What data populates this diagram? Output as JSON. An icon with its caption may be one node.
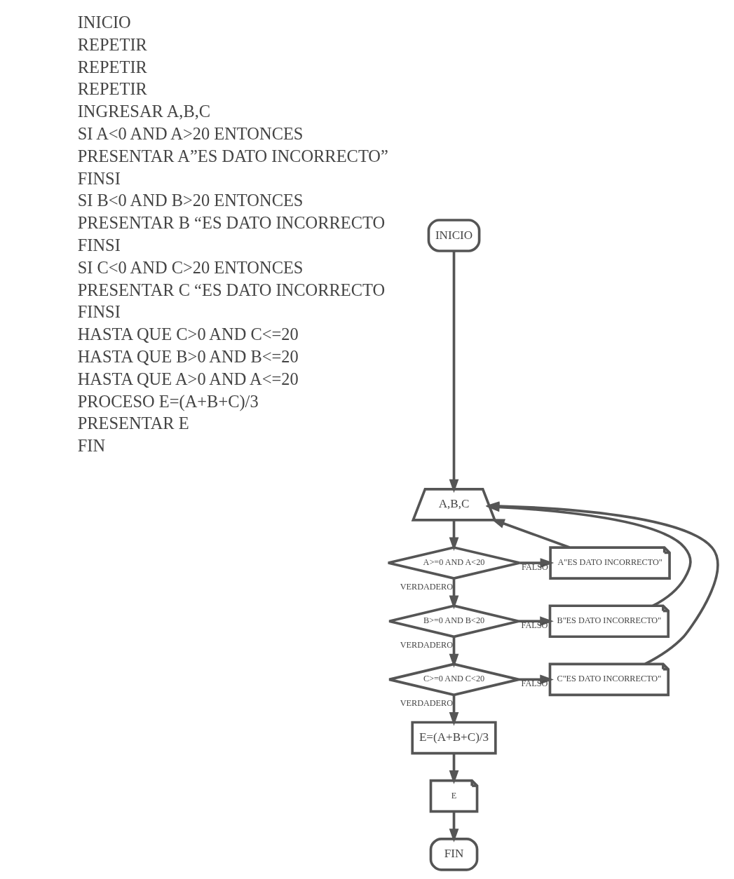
{
  "diagram": {
    "nodes": [
      {
        "text": [
          "INICIO"
        ]
      },
      {
        "text": [
          "A,B,C"
        ]
      },
      {
        "text": [
          "A>=0 AND A<20"
        ]
      },
      {
        "text": [
          "A\"ES DATO INCORRECTO\""
        ]
      },
      {
        "text": [
          "B>=0 AND B<20"
        ]
      },
      {
        "text": [
          "B\"ES DATO INCORRECTO\""
        ]
      },
      {
        "text": [
          "C>=0 AND C<20"
        ]
      },
      {
        "text": [
          "C\"ES DATO INCORRECTO\""
        ]
      },
      {
        "text": [
          "E=(A+B+C)/3"
        ]
      },
      {
        "text": [
          "E"
        ]
      },
      {
        "text": [
          "FIN"
        ]
      }
    ],
    "edges": [
      {
        "from": 0,
        "to": 1,
        "arrow": "to"
      },
      {
        "from": 1,
        "to": 2,
        "arrow": "to"
      },
      {
        "from": 2,
        "to": 3,
        "arrow": "to",
        "label": "FALSO"
      },
      {
        "from": 2,
        "to": 4,
        "arrow": "to",
        "label": "VERDADERO"
      },
      {
        "from": 4,
        "to": 5,
        "arrow": "to",
        "label": "FALSO"
      },
      {
        "from": 4,
        "to": 6,
        "arrow": "to",
        "label": "VERDADERO"
      },
      {
        "from": 6,
        "to": 7,
        "arrow": "to",
        "label": "FALSO"
      },
      {
        "from": 6,
        "to": 8,
        "arrow": "to",
        "label": "VERDADERO"
      },
      {
        "from": 8,
        "to": 9,
        "arrow": "to"
      },
      {
        "from": 9,
        "to": 10,
        "arrow": "to"
      },
      {
        "from": 3,
        "to": 1,
        "arrow": "to"
      },
      {
        "from": 5,
        "to": 1,
        "arrow": "to"
      },
      {
        "from": 7,
        "to": 1,
        "arrow": "to"
      }
    ],
    "labels": [
      "INICIO",
      "REPETIR",
      "REPETIR",
      "REPETIR",
      "INGRESAR A,B,C",
      "SI A<0 AND A>20 ENTONCES",
      "PRESENTAR A”ES DATO INCORRECTO”",
      "FINSI",
      "SI B<0 AND B>20 ENTONCES",
      "PRESENTAR B “ES DATO INCORRECTO",
      "FINSI",
      "SI C<0 AND C>20 ENTONCES",
      "PRESENTAR C “ES DATO INCORRECTO",
      "FINSI",
      "HASTA QUE C>0 AND C<=20",
      "HASTA QUE B>0 AND B<=20",
      "HASTA QUE A>0 AND A<=20",
      "PROCESO E=(A+B+C)/3",
      "PRESENTAR E",
      "FIN"
    ]
  }
}
